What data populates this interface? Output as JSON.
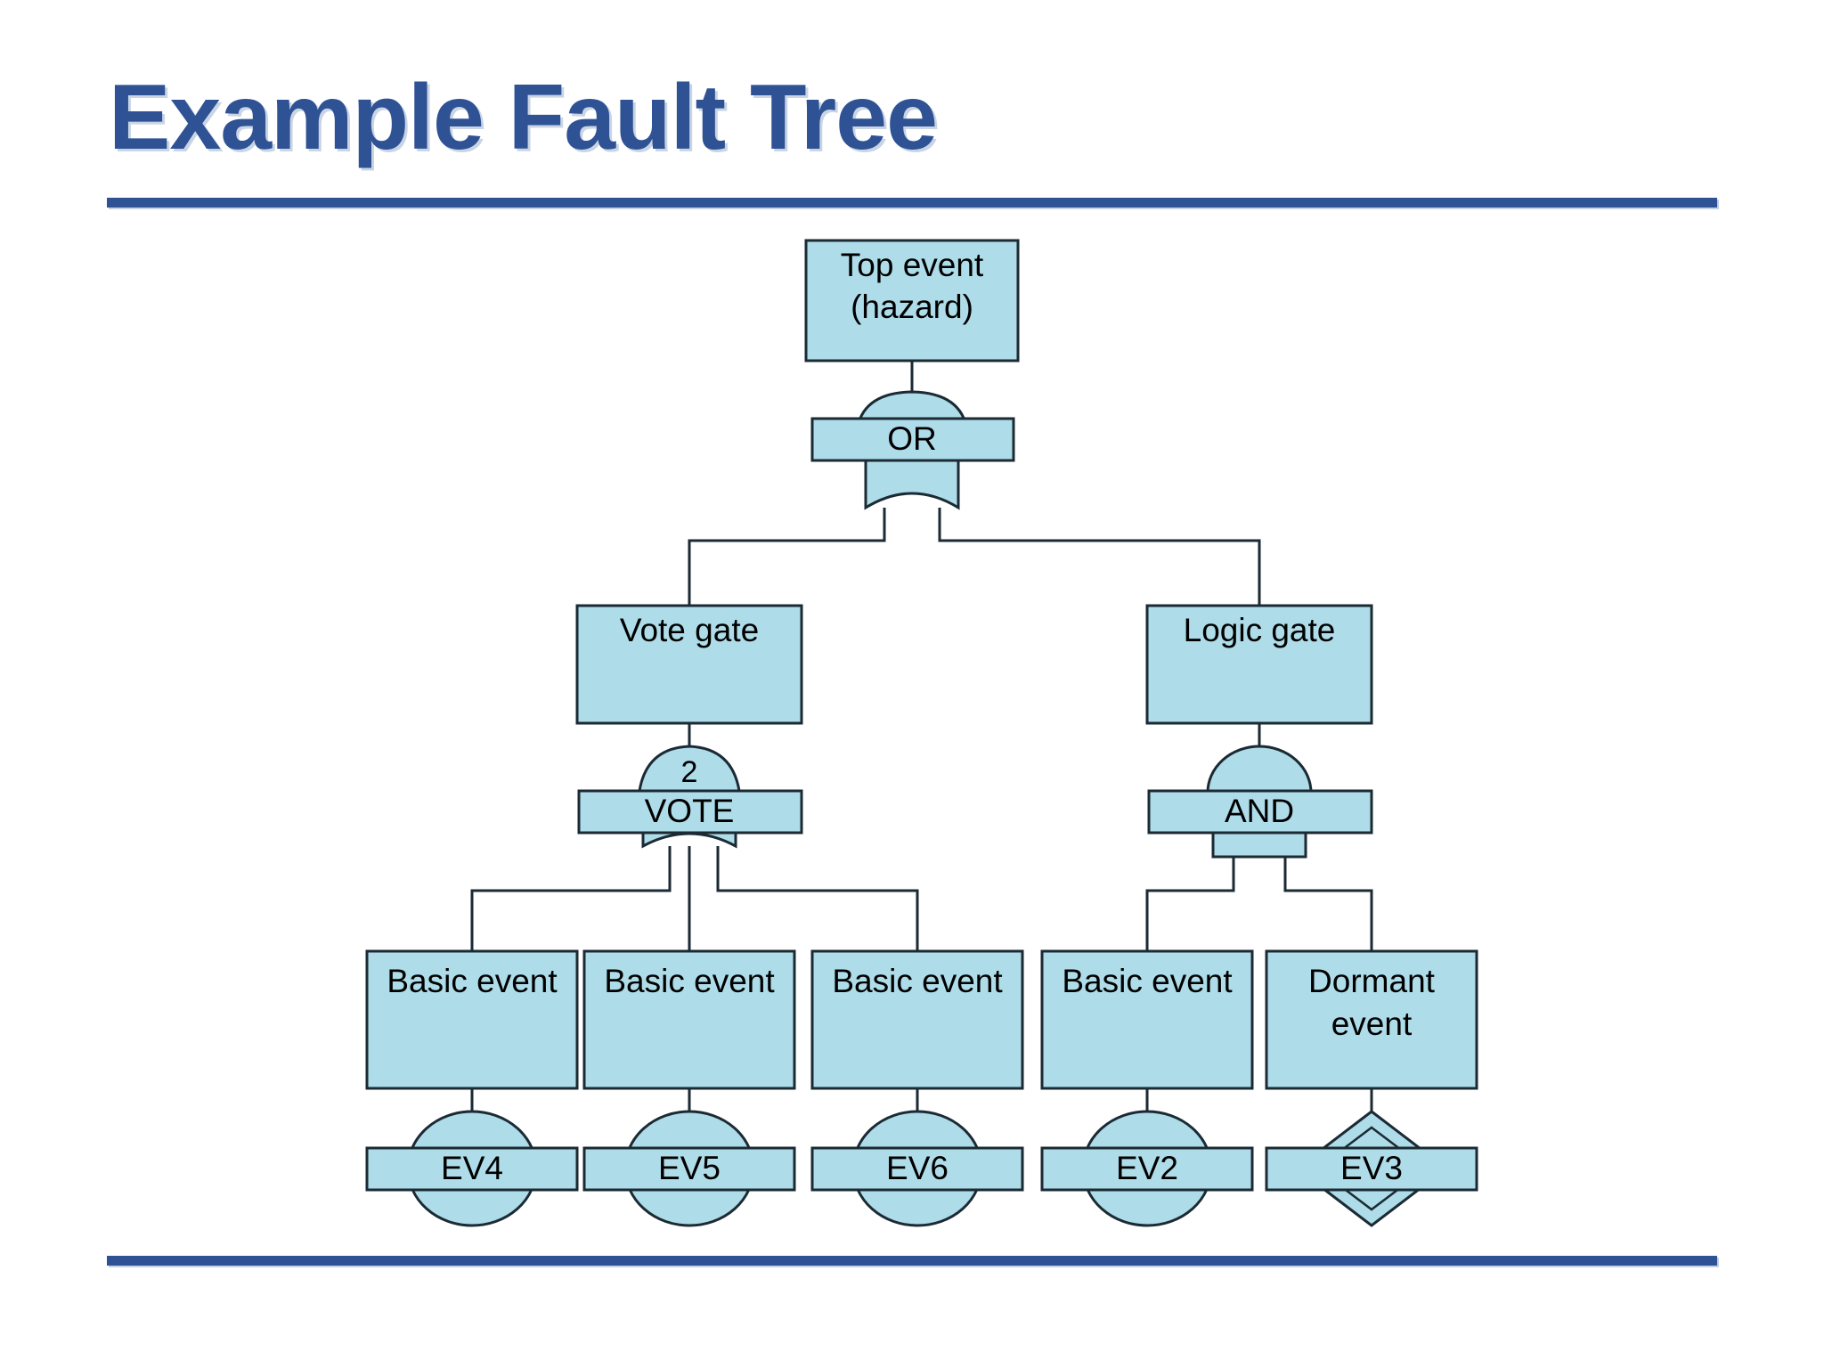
{
  "slide": {
    "title": "Example Fault Tree",
    "title_color": "#2E5294",
    "rule_color": "#2E5294",
    "background": "#FFFFFF"
  },
  "diagram": {
    "type": "fault-tree",
    "shape_fill": "#AEDCE9",
    "shape_stroke": "#1B2A33",
    "nodes": {
      "top_event": {
        "label_line1": "Top event",
        "label_line2": "(hazard)",
        "shape": "rectangle"
      },
      "vote_gate_box": {
        "label_line1": "Vote gate",
        "shape": "rectangle"
      },
      "logic_gate_box": {
        "label_line1": "Logic gate",
        "shape": "rectangle"
      },
      "basic_event_1": {
        "label_line1": "Basic event",
        "shape": "rectangle"
      },
      "basic_event_2": {
        "label_line1": "Basic event",
        "shape": "rectangle"
      },
      "basic_event_3": {
        "label_line1": "Basic event",
        "shape": "rectangle"
      },
      "basic_event_4": {
        "label_line1": "Basic event",
        "shape": "rectangle"
      },
      "dormant_event": {
        "label_line1": "Dormant",
        "label_line2": "event",
        "shape": "rectangle"
      }
    },
    "gates": {
      "or_gate": {
        "label": "OR",
        "kind": "or",
        "annotation": ""
      },
      "vote_gate": {
        "label": "VOTE",
        "kind": "vote",
        "annotation": "2"
      },
      "and_gate": {
        "label": "AND",
        "kind": "and",
        "annotation": ""
      }
    },
    "leaf_events": [
      {
        "label": "EV4",
        "symbol": "circle"
      },
      {
        "label": "EV5",
        "symbol": "circle"
      },
      {
        "label": "EV6",
        "symbol": "circle"
      },
      {
        "label": "EV2",
        "symbol": "circle"
      },
      {
        "label": "EV3",
        "symbol": "double-diamond"
      }
    ]
  }
}
